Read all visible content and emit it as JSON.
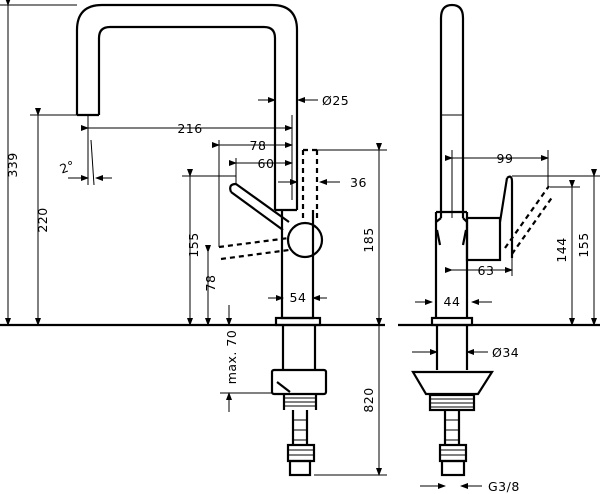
{
  "drawing": {
    "front_view": {
      "dimensions": {
        "height_total": "339",
        "height_spout": "220",
        "reach": "216",
        "handle_offset": "78",
        "handle_inner": "60",
        "spout_diameter": "Ø25",
        "handle_width": "36",
        "height_handle": "185",
        "handle_lever_height": "155",
        "handle_low": "78",
        "body_width": "54",
        "spout_angle": "2°",
        "max_thickness": "max. 70",
        "under_length": "820"
      }
    },
    "side_view": {
      "dimensions": {
        "handle_reach": "99",
        "height_144": "144",
        "height_155": "155",
        "body_depth": "63",
        "base_width": "44",
        "shank_diameter": "Ø34",
        "thread": "G3/8"
      }
    }
  }
}
